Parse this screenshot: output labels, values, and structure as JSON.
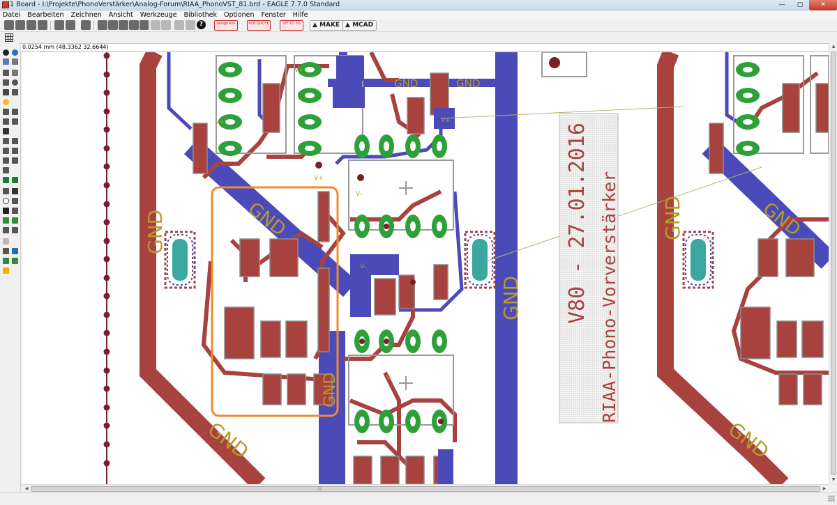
{
  "window": {
    "title": "1 Board - I:\\Projekte\\PhonoVerstärker\\Analog-Forum\\RIAA_PhonoVST_81.brd - EAGLE 7.7.0 Standard",
    "minimize": "—",
    "maximize": "▢",
    "close": "✕"
  },
  "menu": {
    "items": [
      "Datei",
      "Bearbeiten",
      "Zeichnen",
      "Ansicht",
      "Werkzeuge",
      "Bibliothek",
      "Optionen",
      "Fenster",
      "Hilfe"
    ]
  },
  "toolbar": {
    "design_link": "design link",
    "pcb_quote": "PCB QUOTE",
    "idf_to_3d": "IDF TO 3D",
    "make": "MAKE",
    "mcad": "MCAD",
    "help": "?"
  },
  "coords": {
    "text": "0.0254 mm (48.3362 32.6644)"
  },
  "board": {
    "gnd": "GND",
    "vplus": "V+",
    "vminus": "V-",
    "silk_date": "V80 - 27.01.2016",
    "silk_title": "RIAA-Phono-Vorverstärker"
  },
  "colors": {
    "top_copper": "#a8423f",
    "bottom_copper": "#4a4ab8",
    "pad": "#2da03a",
    "silk": "#b89a2a",
    "selection": "#ef8a2e",
    "mount_hole": "#3aa7a0"
  },
  "scroll": {
    "grip": "|||"
  }
}
